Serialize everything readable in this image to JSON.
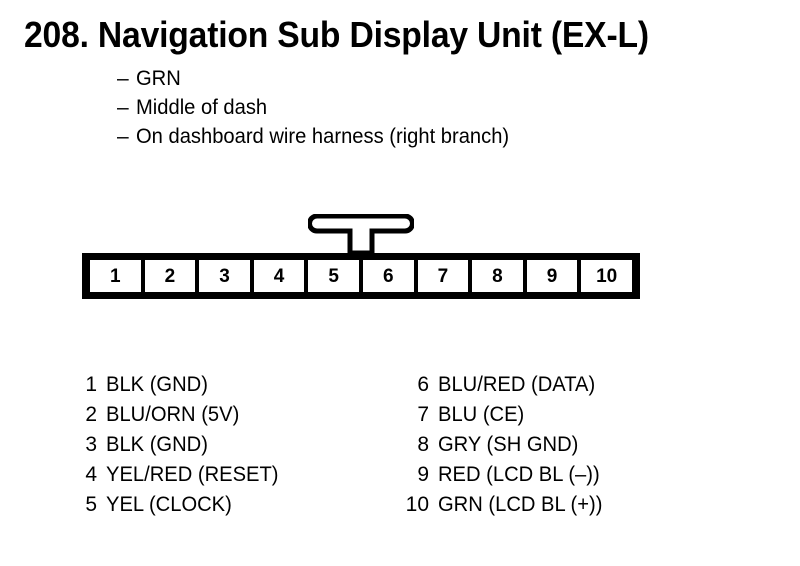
{
  "title": "208. Navigation Sub Display Unit (EX-L)",
  "notes": {
    "dash": "–",
    "items": [
      "GRN",
      "Middle of dash",
      "On dashboard wire harness (right branch)"
    ]
  },
  "connector": {
    "pin_count": 10,
    "pins": [
      "1",
      "2",
      "3",
      "4",
      "5",
      "6",
      "7",
      "8",
      "9",
      "10"
    ],
    "latch_position": "top-center-between-pins-5-and-6",
    "colors": {
      "body": "#000000",
      "cell": "#ffffff"
    }
  },
  "pin_assignments": {
    "left_column": [
      {
        "num": "1",
        "label": "BLK (GND)"
      },
      {
        "num": "2",
        "label": "BLU/ORN (5V)"
      },
      {
        "num": "3",
        "label": "BLK (GND)"
      },
      {
        "num": "4",
        "label": "YEL/RED (RESET)"
      },
      {
        "num": "5",
        "label": "YEL (CLOCK)"
      }
    ],
    "right_column": [
      {
        "num": "6",
        "label": "BLU/RED (DATA)"
      },
      {
        "num": "7",
        "label": "BLU (CE)"
      },
      {
        "num": "8",
        "label": "GRY (SH GND)"
      },
      {
        "num": "9",
        "label": "RED (LCD BL (–))"
      },
      {
        "num": "10",
        "label": "GRN (LCD BL (+))"
      }
    ]
  }
}
